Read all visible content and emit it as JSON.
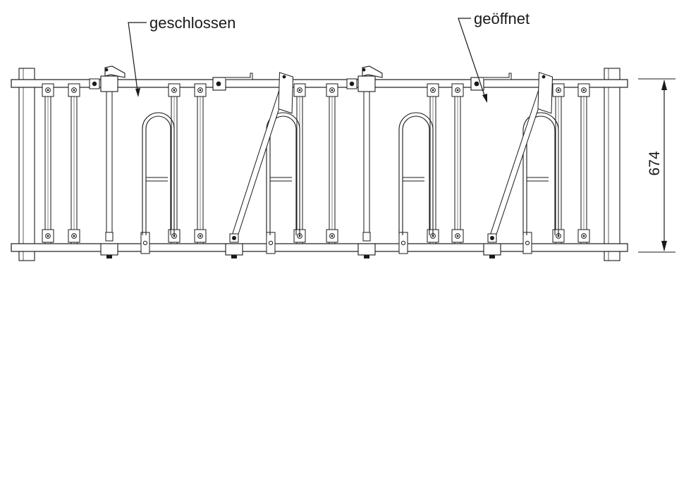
{
  "labels": {
    "closed": "geschlossen",
    "open": "geöffnet"
  },
  "dimension": {
    "value": "674"
  }
}
